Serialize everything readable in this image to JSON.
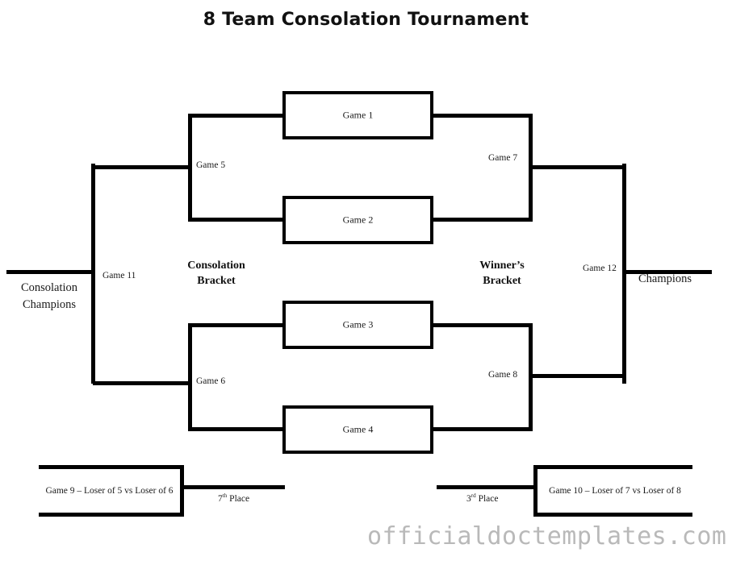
{
  "page": {
    "title": "8 Team Consolation Tournament",
    "watermark": "officialdoctemplates.com",
    "ink_color": "#000000",
    "background_color": "#ffffff",
    "watermark_color": "#b9b9b9"
  },
  "bracket_labels": {
    "consolation": {
      "line1": "Consolation",
      "line2": "Bracket"
    },
    "winners": {
      "line1": "Winner’s",
      "line2": "Bracket"
    }
  },
  "matchups": {
    "game1": "Game 1",
    "game2": "Game 2",
    "game3": "Game 3",
    "game4": "Game 4",
    "game5": "Game 5",
    "game6": "Game 6",
    "game7": "Game 7",
    "game8": "Game 8",
    "game11": "Game 11",
    "game12": "Game 12"
  },
  "placement_games": {
    "game9": "Game 9 – Loser of 5 vs Loser of 6",
    "game10": "Game 10 – Loser of 7 vs Loser of 8",
    "seventh_place": {
      "ordinal_number": "7",
      "ordinal_suffix": "th",
      "label": "Place"
    },
    "third_place": {
      "ordinal_number": "3",
      "ordinal_suffix": "rd",
      "label": "Place"
    }
  },
  "outcomes": {
    "consolation_champions": {
      "line1": "Consolation",
      "line2": "Champions"
    },
    "champions": "Champions"
  }
}
